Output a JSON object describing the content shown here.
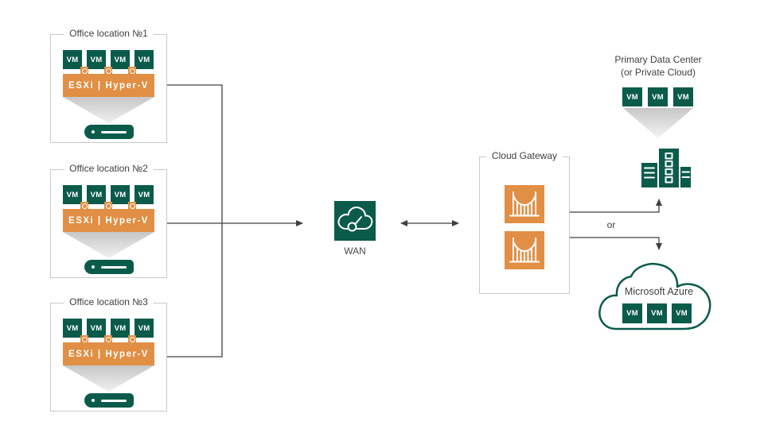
{
  "diagram": {
    "offices": [
      {
        "title": "Office location №1"
      },
      {
        "title": "Office location №2"
      },
      {
        "title": "Office location №3"
      }
    ],
    "labels": {
      "vm": "VM",
      "hypervisor": "ESXi | Hyper-V",
      "wan": "WAN",
      "or": "or"
    },
    "cloud_gateway": {
      "title": "Cloud Gateway"
    },
    "primary_dc": {
      "line1": "Primary Data Center",
      "line2": "(or Private Cloud)"
    },
    "azure": {
      "title": "Microsoft Azure"
    },
    "colors": {
      "green": "#0b5b4b",
      "orange": "#e18f44",
      "line": "#404040",
      "border": "#c9c9c9",
      "text": "#3f3f3f"
    }
  }
}
